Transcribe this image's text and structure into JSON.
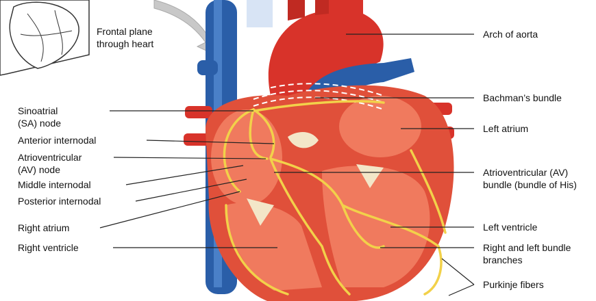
{
  "inset": {
    "caption_line1": "Frontal plane",
    "caption_line2": "through heart"
  },
  "left_labels": {
    "sa_node_1": "Sinoatrial",
    "sa_node_2": "(SA) node",
    "anterior_internodal": "Anterior internodal",
    "av_node_1": "Atrioventricular",
    "av_node_2": "(AV) node",
    "middle_internodal": "Middle internodal",
    "posterior_internodal": "Posterior internodal",
    "right_atrium": "Right atrium",
    "right_ventricle": "Right ventricle"
  },
  "right_labels": {
    "arch_of_aorta": "Arch of aorta",
    "bachmans_bundle": "Bachman’s bundle",
    "left_atrium": "Left atrium",
    "av_bundle_1": "Atrioventricular (AV)",
    "av_bundle_2": "bundle (bundle of His)",
    "left_ventricle": "Left ventricle",
    "bundle_branches_1": "Right and left bundle",
    "bundle_branches_2": "branches",
    "purkinje_fibers": "Purkinje fibers"
  },
  "colors": {
    "muscle": "#e0503a",
    "chamber": "#f07a5e",
    "vein": "#2a5ea8",
    "conduction": "#f2d14a",
    "valve": "#f3e6c8"
  }
}
